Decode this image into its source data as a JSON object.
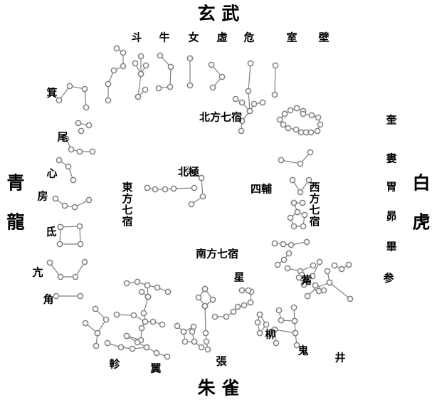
{
  "symbols": {
    "north": "玄 武",
    "south": "朱 雀",
    "east": [
      "青",
      "龍"
    ],
    "west": [
      "白",
      "虎"
    ]
  },
  "sections": {
    "north": "北方七宿",
    "south": "南方七宿",
    "east": "東方七宿",
    "west": "西方七宿",
    "pole": "北極",
    "four_aides": "四輔"
  },
  "mansions": {
    "north": [
      "斗",
      "牛",
      "女",
      "虛",
      "危",
      "室",
      "壁"
    ],
    "east": [
      "角",
      "亢",
      "氐",
      "房",
      "心",
      "尾",
      "箕"
    ],
    "west": [
      "奎",
      "婁",
      "胃",
      "昴",
      "畢",
      "觜",
      "参"
    ],
    "south": [
      "井",
      "鬼",
      "柳",
      "星",
      "張",
      "翼",
      "軫"
    ]
  },
  "colors": {
    "star": "#808080",
    "line": "#808080",
    "text": "#000000"
  }
}
